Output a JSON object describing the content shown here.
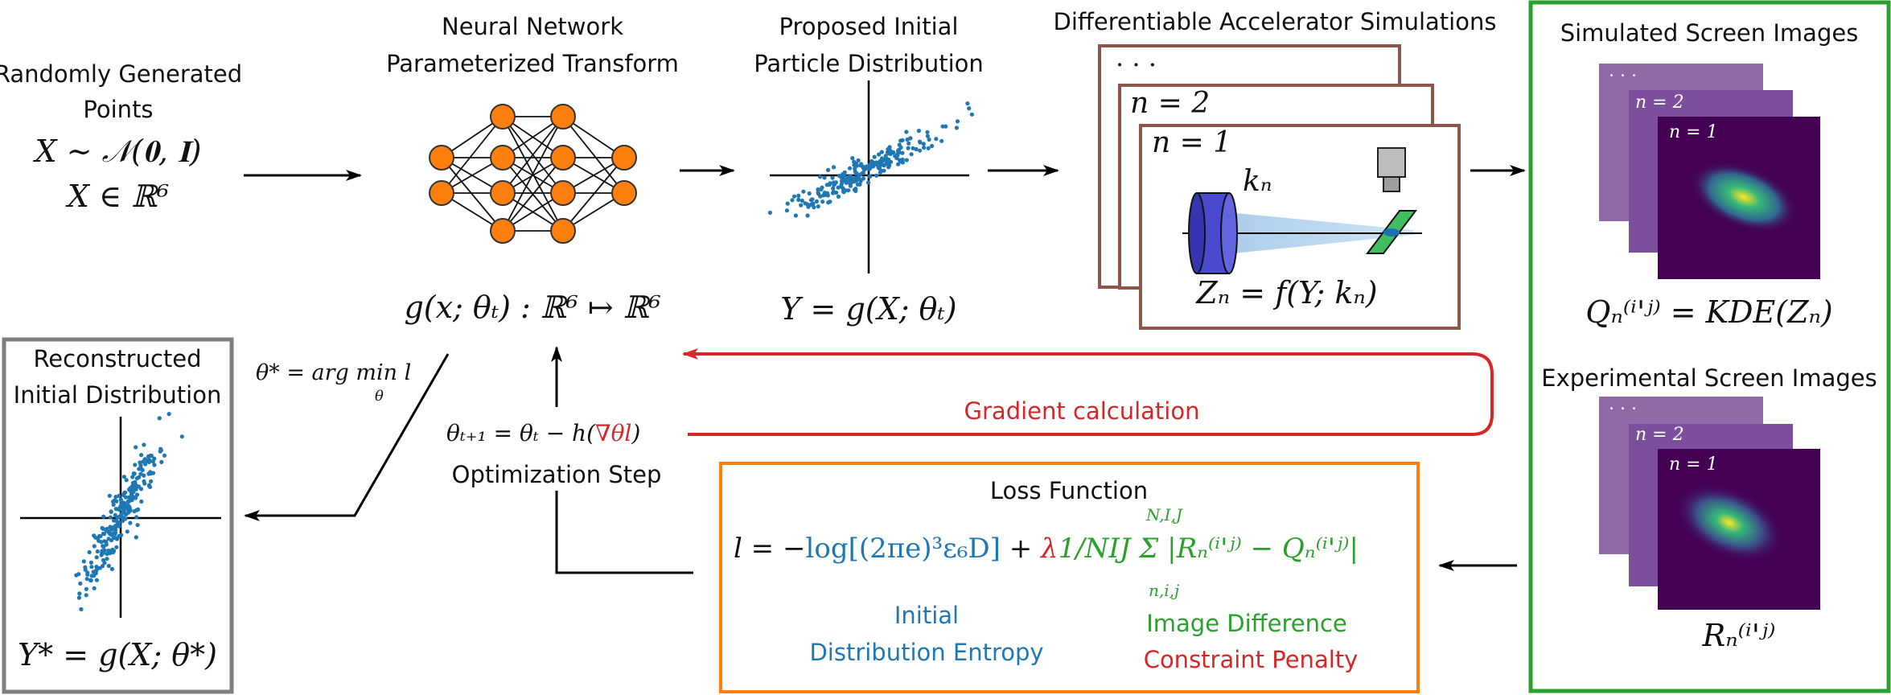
{
  "input": {
    "title": "Randomly Generated\nPoints",
    "formula1": "X ∼ 𝒩(𝟎, 𝐈)",
    "formula2": "X ∈ ℝ⁶"
  },
  "network": {
    "title": "Neural Network\nParameterized Transform",
    "formula": "g(x; θₜ) : ℝ⁶ ↦ ℝ⁶"
  },
  "proposed": {
    "title": "Proposed Initial\nParticle Distribution",
    "formula": "Y = g(X; θₜ)"
  },
  "simulation": {
    "title": "Differentiable Accelerator Simulations",
    "back_label": ". . .",
    "mid_label": "n = 2",
    "front_label": "n = 1",
    "quad_label": "kₙ",
    "formula": "Zₙ = f(Y; kₙ)"
  },
  "screens": {
    "sim_title": "Simulated Screen Images",
    "sim_formula": "Qₙ⁽ⁱ'ʲ⁾ = KDE(Zₙ)",
    "exp_title": "Experimental Screen Images",
    "exp_formula": "Rₙ⁽ⁱ'ʲ⁾",
    "labels": [
      ". . .",
      "n = 2",
      "n = 1"
    ]
  },
  "reconstructed": {
    "title": "Reconstructed\nInitial Distribution",
    "formula": "Y* = g(X; θ*)"
  },
  "argmin": {
    "formula": "θ* = arg min l",
    "subscript": "θ"
  },
  "optimization": {
    "formula_prefix": "θₜ₊₁ = θₜ − h(",
    "formula_grad": "∇θl",
    "formula_suffix": ")",
    "label": "Optimization Step"
  },
  "gradient": {
    "label": "Gradient calculation"
  },
  "loss": {
    "title": "Loss Function",
    "eq_start": "l = −",
    "eq_log": "log[(2πe)³ε₆D]",
    "eq_plus": "+",
    "eq_lambda": "λ",
    "eq_sum": "1/NIJ Σ |Rₙ⁽ⁱ'ʲ⁾ − Qₙ⁽ⁱ'ʲ⁾|",
    "sum_top": "N,I,J",
    "sum_bottom": "n,i,j",
    "entropy_label": "Initial\nDistribution Entropy",
    "image_diff_label": "Image Difference",
    "penalty_label": "Constraint Penalty"
  },
  "colors": {
    "points": "#1f77b4",
    "neuron": "#ff7f0e",
    "sim_frame": "#8c564b",
    "screens_frame": "#2ca02c",
    "recon_frame": "#7f7f7f",
    "loss_frame": "#ff7f0e",
    "gradient_arrow": "#d62728",
    "quad": "#5a5adb",
    "beam": "#9ec6e8",
    "screen_plate": "#3fbf5f",
    "image_bg": "#440154",
    "image_stack": "#8e6aa6"
  },
  "icons": {
    "camera": "camera-icon",
    "quadrupole": "quadrupole-icon"
  }
}
